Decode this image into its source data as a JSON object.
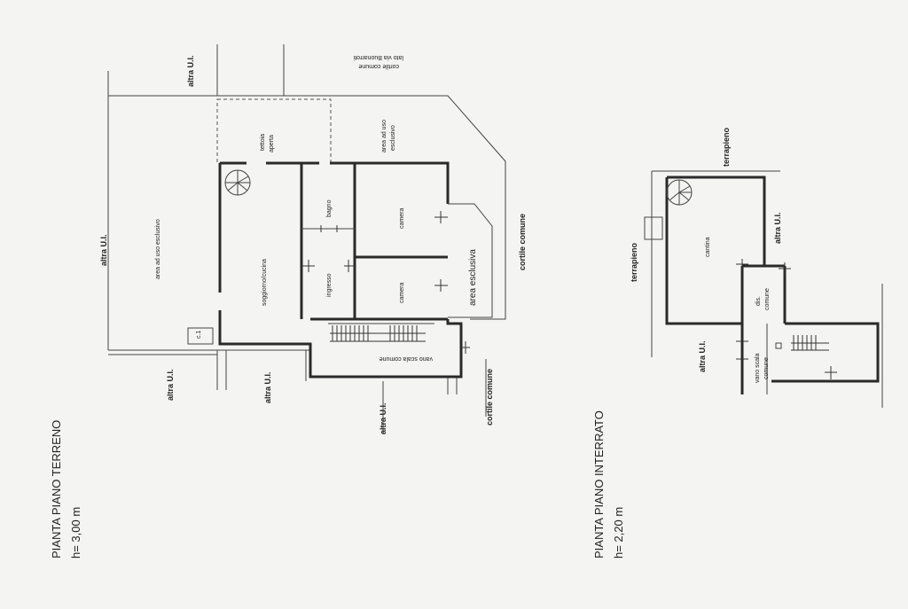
{
  "ground_floor": {
    "title": "PIANTA PIANO TERRENO",
    "height": "h= 3,00 m",
    "labels": {
      "altra_ui_top": "altra U.I.",
      "cortile_buonarroti_1": "cortile comune",
      "cortile_buonarroti_2": "lato via Buonarroti",
      "tettoia_1": "tettoia",
      "tettoia_2": "aperta",
      "area_uso_esclusivo_1": "area ad uso",
      "area_uso_esclusivo_2": "esclusivo",
      "altra_ui_left": "altra U.I.",
      "area_uso_esclusivo_big": "area ad uso esclusivo",
      "soggiorno": "soggiorno/cucina",
      "bagno": "bagno",
      "camera_1": "camera",
      "ingresso": "ingresso",
      "camera_2": "camera",
      "area_esclusiva": "area esclusiva",
      "cortile_comune_right": "cortile comune",
      "vano_scala": "vano scala comune",
      "c1": "c.1",
      "altra_ui_b1": "altra U.I.",
      "altra_ui_b2": "altra U.I.",
      "altra_ui_b3": "altra U.I.",
      "cortile_comune_bottom": "cortile comune"
    }
  },
  "basement": {
    "title": "PIANTA PIANO INTERRATO",
    "height": "h= 2,20 m",
    "labels": {
      "terrapieno_top": "terrapieno",
      "terrapieno_left": "terrapieno",
      "cantina": "cantina",
      "altra_ui_right": "altra U.I.",
      "dis_comune_1": "dis.",
      "dis_comune_2": "comune",
      "altra_ui_bottom": "altra U.I.",
      "vano_scala_1": "vano scala",
      "vano_scala_2": "comune"
    }
  }
}
